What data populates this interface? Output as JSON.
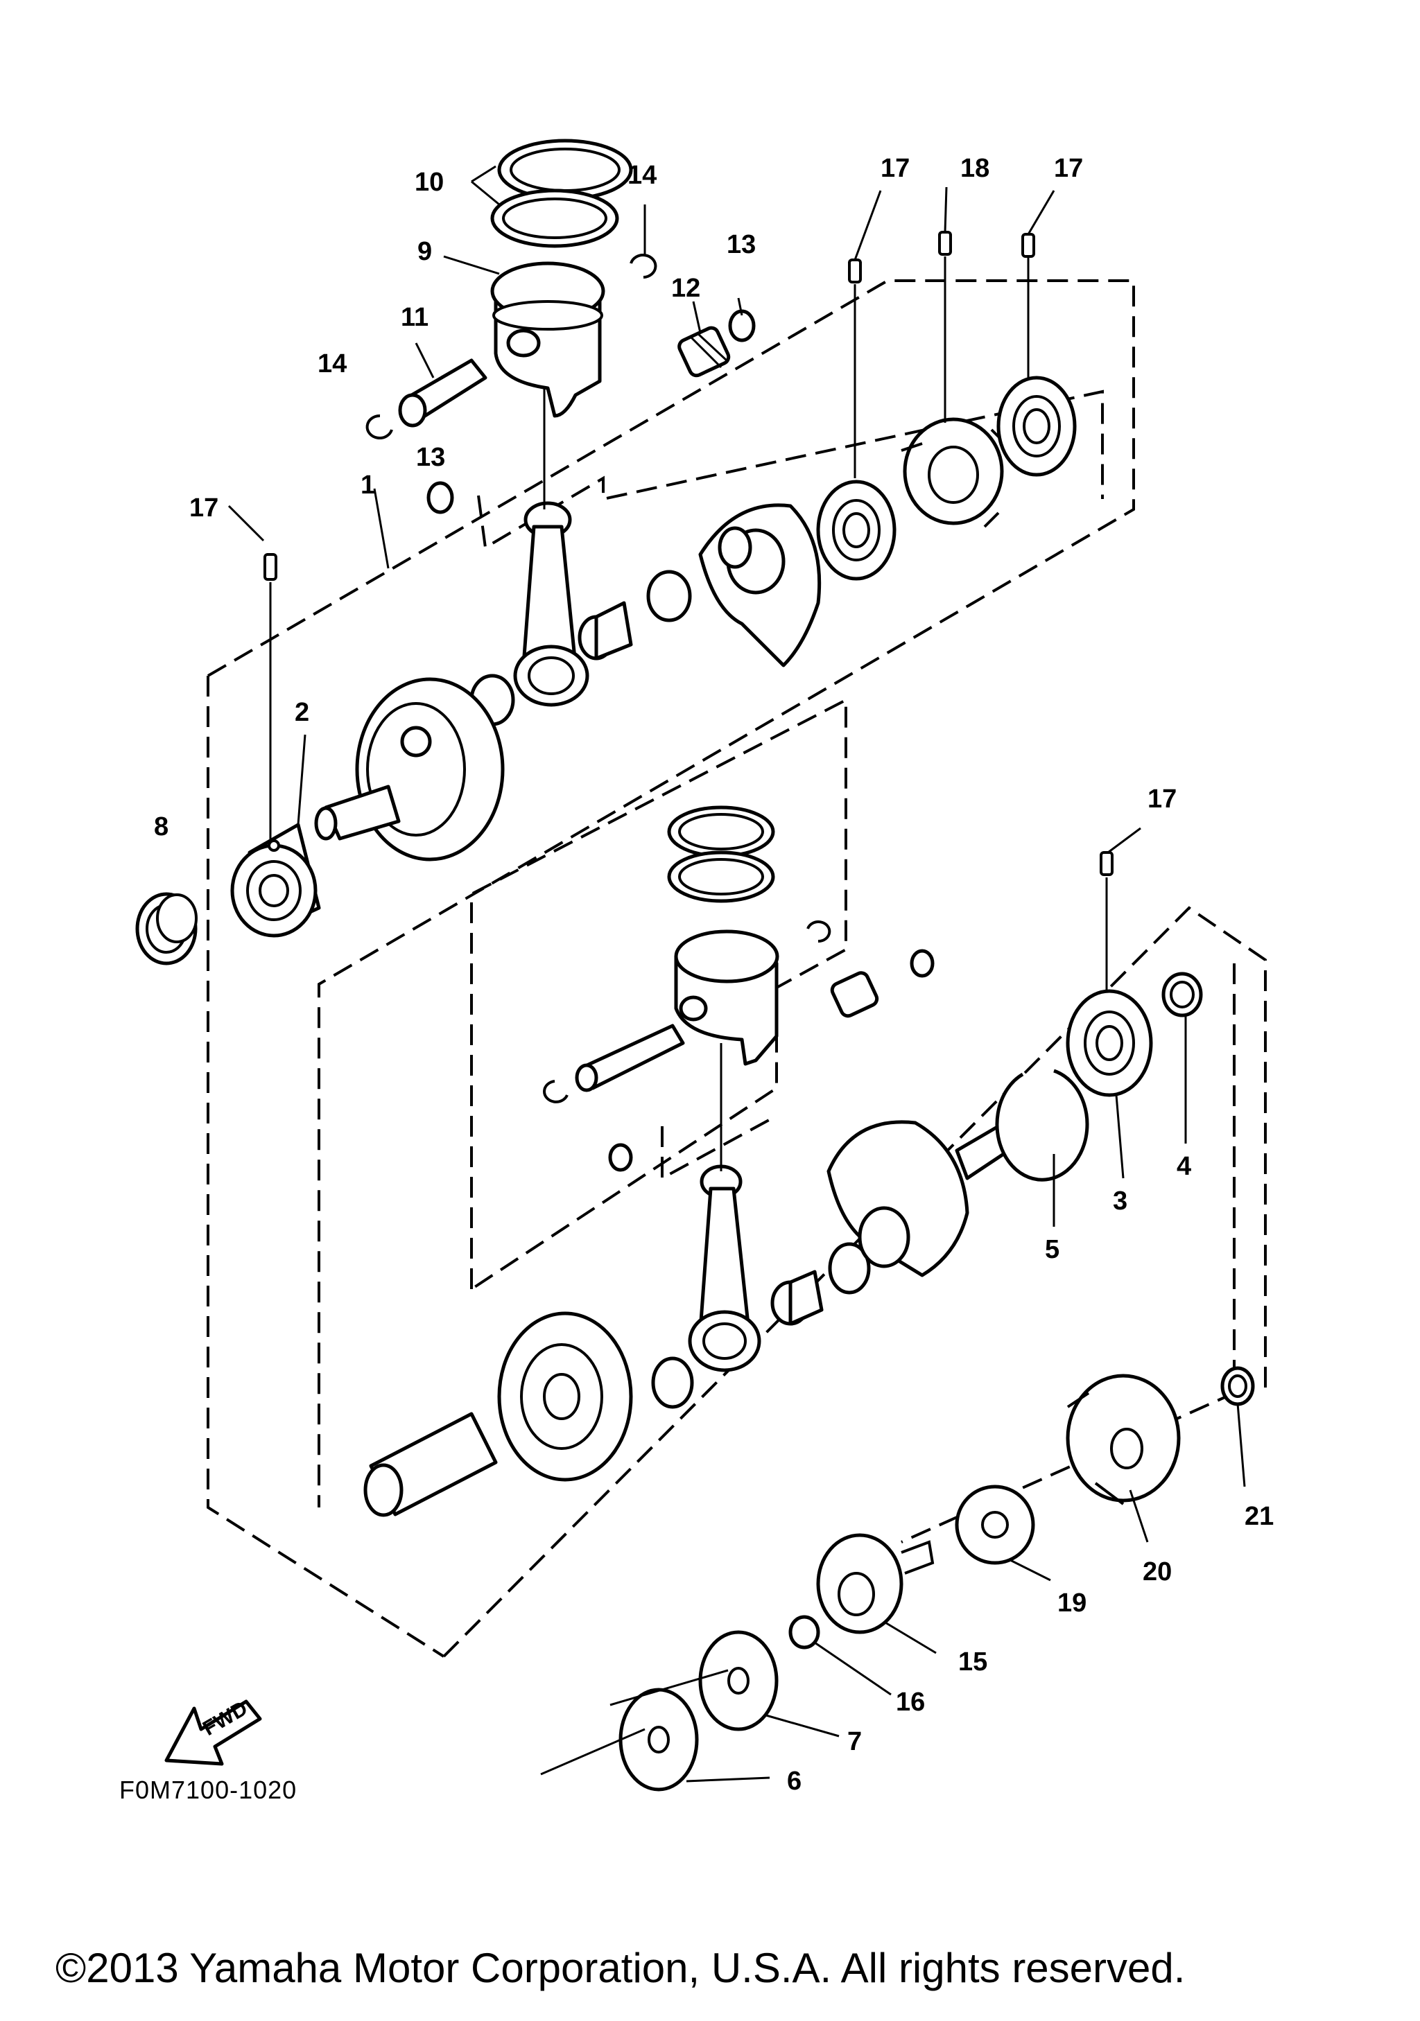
{
  "diagram": {
    "drawing_code": "F0M7100-1020",
    "copyright": "©2013 Yamaha Motor Corporation, U.S.A. All rights reserved.",
    "direction_marker": "FWD",
    "callouts": {
      "c1": "1",
      "c2": "2",
      "c3": "3",
      "c4": "4",
      "c5": "5",
      "c6": "6",
      "c7": "7",
      "c8": "8",
      "c9": "9",
      "c10": "10",
      "c11": "11",
      "c12": "12",
      "c13a": "13",
      "c13b": "13",
      "c14a": "14",
      "c14b": "14",
      "c15": "15",
      "c16": "16",
      "c17a": "17",
      "c17b": "17",
      "c17c": "17",
      "c17d": "17",
      "c18": "18",
      "c19": "19",
      "c20": "20",
      "c21": "21"
    }
  }
}
